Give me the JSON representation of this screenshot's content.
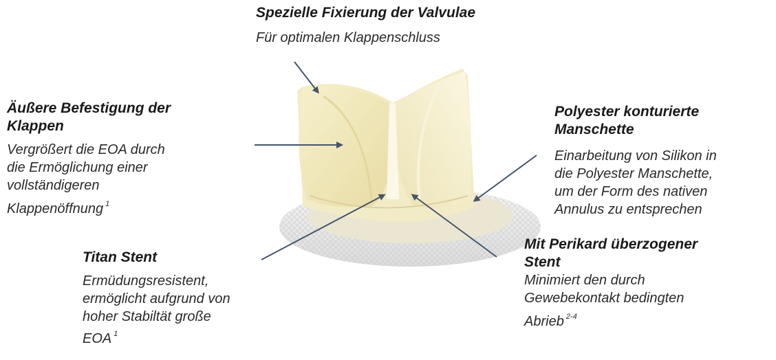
{
  "colors": {
    "arrow": "#44546a",
    "text": "#1f1f1f",
    "valve_tissue": "#f3ecc4",
    "sewing_cuff": "#e9e9e9"
  },
  "image": "bioprosthetic-heart-valve",
  "callouts": {
    "top": {
      "title": "Spezielle Fixierung der Valvulae",
      "text": "Für optimalen Klappenschluss"
    },
    "left": {
      "title_lines": [
        "Äußere Befestigung der",
        "Klappen"
      ],
      "text_lines": [
        "Vergrößert die EOA durch",
        "die Ermöglichung einer",
        "vollständigeren",
        "Klappenöffnung"
      ],
      "ref": "1"
    },
    "right": {
      "title_lines": [
        "Polyester konturierte",
        "Manschette"
      ],
      "text_lines": [
        "Einarbeitung von Silikon in",
        "die Polyester Manschette,",
        "um der Form des nativen",
        "Annulus zu entsprechen"
      ]
    },
    "bottom_left": {
      "title": "Titan Stent",
      "text_lines": [
        "Ermüdungsresistent,",
        "ermöglicht aufgrund von",
        "hoher Stabiltät große",
        "EOA"
      ],
      "ref": "1"
    },
    "bottom_right": {
      "title_lines": [
        "Mit Perikard überzogener",
        "Stent"
      ],
      "text_lines": [
        "Minimiert den durch",
        "Gewebekontakt bedingten",
        "Abrieb"
      ],
      "ref": "2-4"
    }
  }
}
